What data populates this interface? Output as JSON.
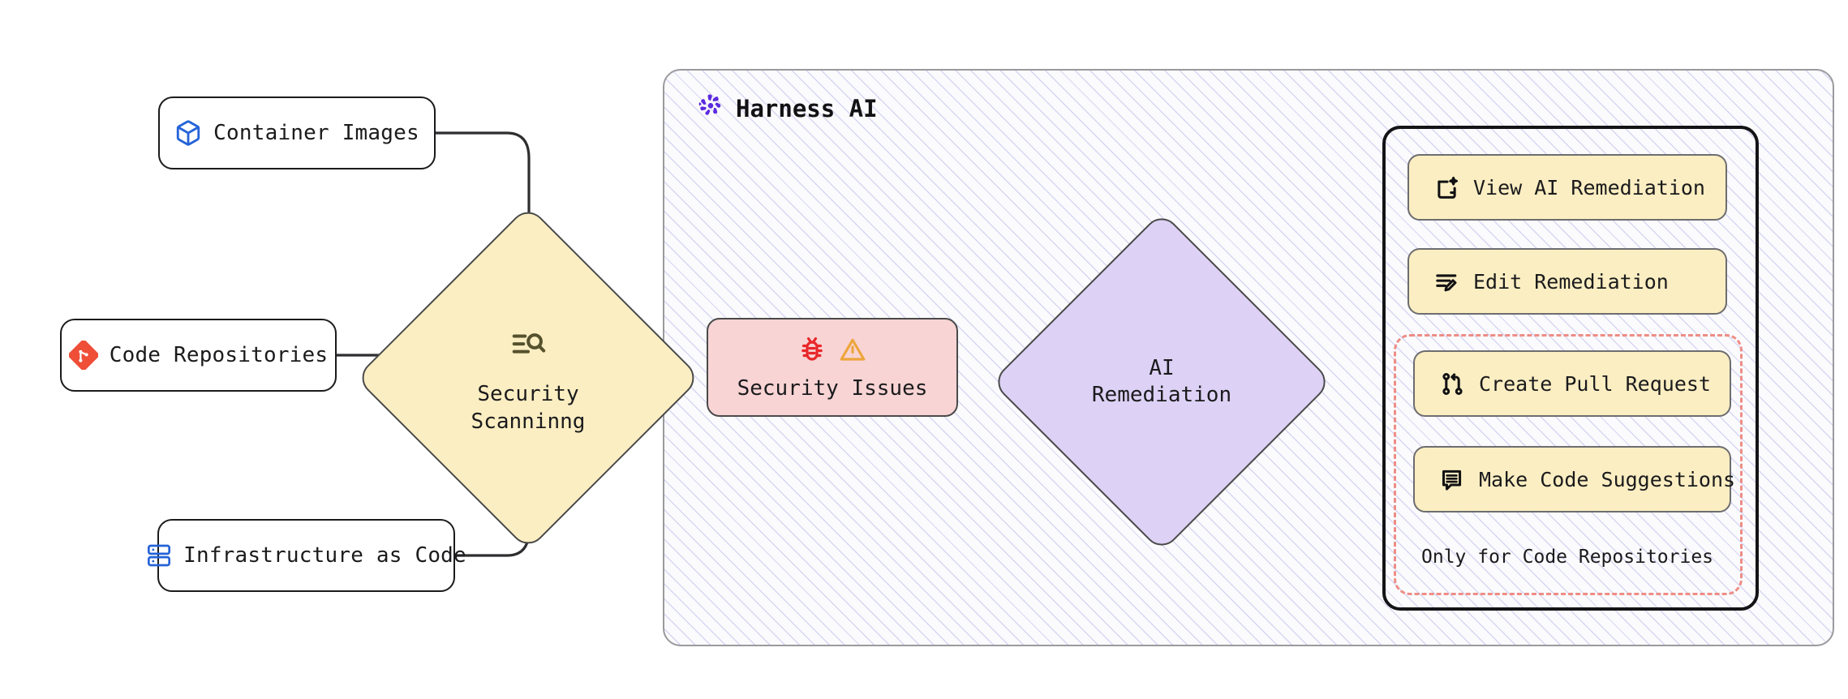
{
  "diagram": {
    "title": "Security Scanning to AI Remediation flow",
    "sources": [
      {
        "id": "container-images",
        "label": "Container Images",
        "icon": "cube-icon",
        "icon_color": "#2563d8"
      },
      {
        "id": "code-repositories",
        "label": "Code Repositories",
        "icon": "git-icon",
        "icon_color": "#ef4e37"
      },
      {
        "id": "infrastructure-as-code",
        "label": "Infrastructure as Code",
        "icon": "server-stack-icon",
        "icon_color": "#2563d8"
      }
    ],
    "scan_node": {
      "line1": "Security",
      "line2": "Scanninng",
      "icon": "scan-search-icon",
      "fill": "#fbeec2"
    },
    "issues_node": {
      "label": "Security Issues",
      "icons": [
        "bug-icon",
        "warning-triangle-icon"
      ],
      "bug_color": "#e8272a",
      "warning_color": "#eda53c",
      "fill": "#f8d4d4"
    },
    "remediation_node": {
      "line1": "AI",
      "line2": "Remediation",
      "fill": "#ddd2f5"
    },
    "harness": {
      "title": "Harness AI",
      "logo": "harness-pinwheel-logo",
      "logo_color": "#5b2ae0",
      "actions": [
        {
          "id": "view-ai-remediation",
          "label": "View AI Remediation",
          "icon": "ai-document-sparkle-icon"
        },
        {
          "id": "edit-remediation",
          "label": "Edit Remediation",
          "icon": "edit-pencil-lines-icon"
        },
        {
          "id": "create-pull-request",
          "label": "Create Pull Request",
          "icon": "git-pull-request-icon"
        },
        {
          "id": "make-code-suggestions",
          "label": "Make Code Suggestions",
          "icon": "message-lines-icon"
        }
      ],
      "restriction_note": "Only for Code Repositories",
      "restriction_border_color": "#ee8d86"
    }
  }
}
